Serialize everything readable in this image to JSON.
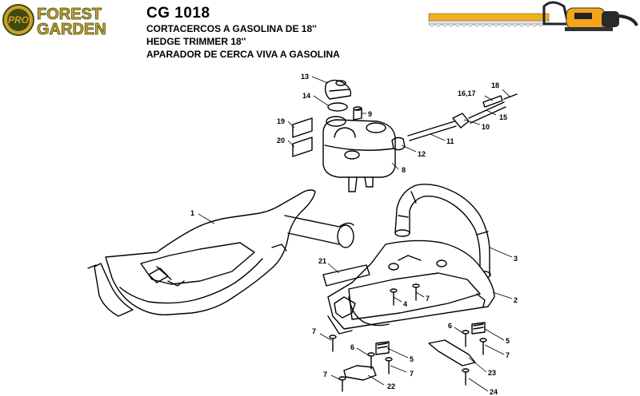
{
  "brand": {
    "word1": "FOREST",
    "word2": "GARDEN",
    "badge": "PRO",
    "colors": {
      "gold": "#caa22a",
      "dark_green": "#3f4a10"
    }
  },
  "header": {
    "model": "CG 1018",
    "line1": "CORTACERCOS A GASOLINA DE 18''",
    "line2": "HEDGE TRIMMER 18''",
    "line3": "APARADOR DE CERCA VIVA A GASOLINA"
  },
  "callouts": [
    "13",
    "14",
    "9",
    "19",
    "20",
    "8",
    "18",
    "16,17",
    "15",
    "10",
    "11",
    "12",
    "1",
    "3",
    "21",
    "2",
    "4",
    "7",
    "7",
    "6",
    "5",
    "7",
    "6",
    "5",
    "7",
    "7",
    "23",
    "22",
    "24"
  ]
}
